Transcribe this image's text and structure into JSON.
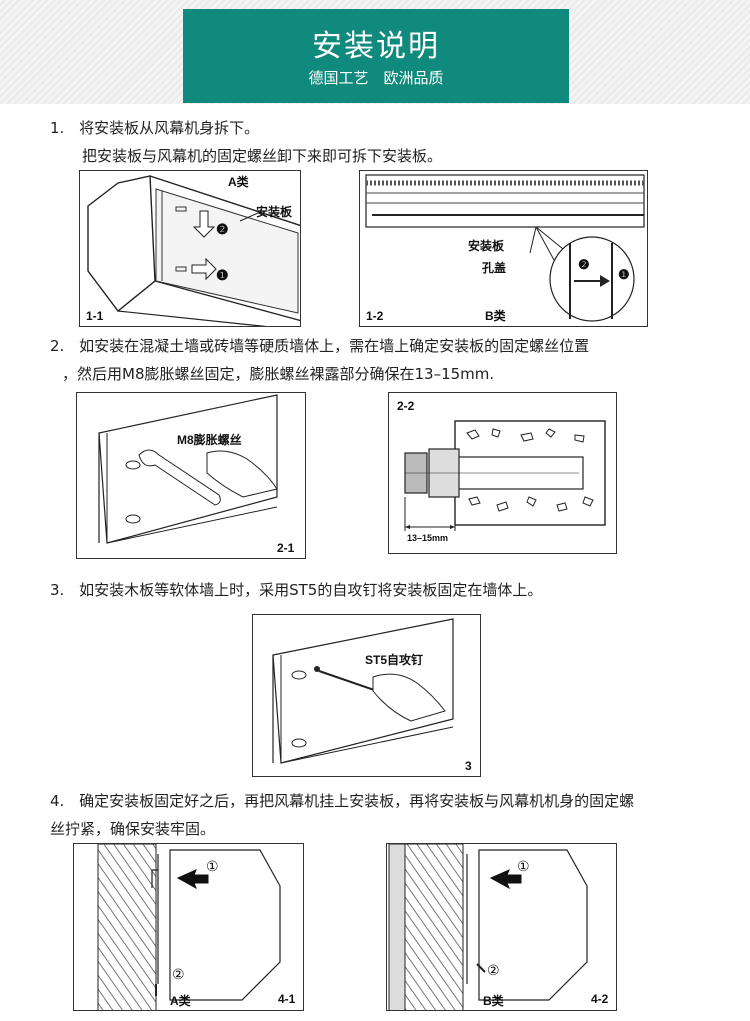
{
  "header": {
    "title": "安装说明",
    "subtitle": "德国工艺　欧洲品质"
  },
  "steps": [
    {
      "num": "1.",
      "text": "将安装板从风幕机身拆下。",
      "detail": "把安装板与风幕机的固定螺丝卸下来即可拆下安装板。"
    },
    {
      "num": "2.",
      "text": "如安装在混凝土墙或砖墙等硬质墙体上，需在墙上确定安装板的固定螺丝位置",
      "detail": "，然后用M8膨胀螺丝固定，膨胀螺丝裸露部分确保在13–15mm."
    },
    {
      "num": "3.",
      "text": "如安装木板等软体墙上时，采用ST5的自攻钉将安装板固定在墙体上。"
    },
    {
      "num": "4.",
      "text": "确定安装板固定好之后，再把风幕机挂上安装板，再将安装板与风幕机机身的固定螺",
      "detail": "丝拧紧，确保安装牢固。"
    }
  ],
  "figures": {
    "f11": {
      "id": "1-1",
      "type_label": "A类",
      "part_label": "安装板",
      "mark1": "❶",
      "mark2": "❷"
    },
    "f12": {
      "id": "1-2",
      "type_label": "B类",
      "part_label": "安装板",
      "hole_label": "孔盖",
      "mark1": "❶",
      "mark2": "❷"
    },
    "f21": {
      "id": "2-1",
      "part_label": "M8膨胀螺丝"
    },
    "f22": {
      "id": "2-2",
      "dim_label": "13–15mm"
    },
    "f3": {
      "id": "3",
      "part_label": "ST5自攻钉"
    },
    "f41": {
      "id": "4-1",
      "type_label": "A类",
      "mark1": "①",
      "mark2": "②"
    },
    "f42": {
      "id": "4-2",
      "type_label": "B类",
      "mark1": "①",
      "mark2": "②"
    }
  }
}
